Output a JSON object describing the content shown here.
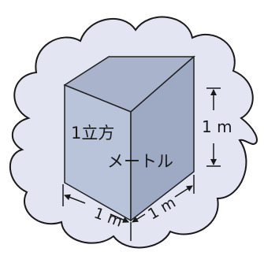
{
  "diagram": {
    "cube_label_line1": "1立方",
    "cube_label_line2": "メートル",
    "height_label": "1 m",
    "width_label_left": "1 m",
    "width_label_right": "1 m",
    "colors": {
      "cloud_fill": "#e3e6f2",
      "cloud_stroke": "#1a1a1a",
      "cube_top": "#a9b3cc",
      "cube_front": "#b9c3da",
      "cube_side": "#9ea9c4",
      "cube_edge": "#222222"
    }
  }
}
